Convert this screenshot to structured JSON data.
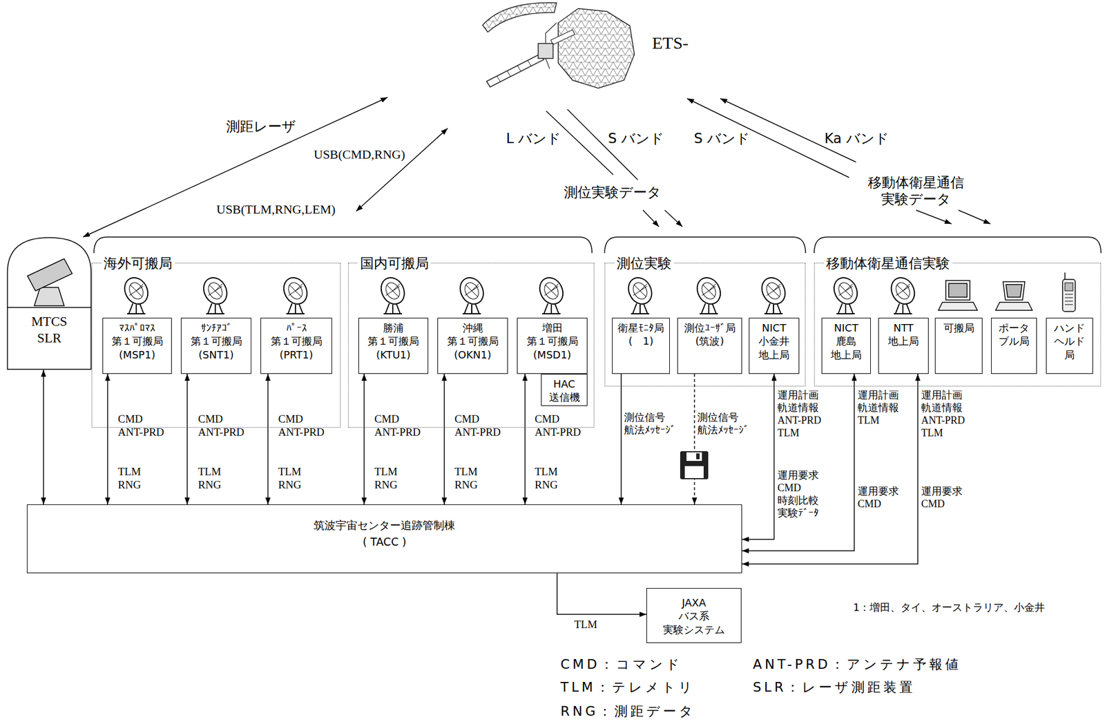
{
  "diagram": {
    "nodes": [
      {
        "text": [
          "ETS-"
        ]
      },
      {
        "text": [
          "MTCS SLR"
        ]
      },
      {
        "text": [
          "海外可搬局"
        ]
      },
      {
        "text": [
          "ﾏｽﾊﾟﾛﾏｽ 第１可搬局 (MSP1)"
        ],
        "in": 2
      },
      {
        "text": [
          "ｻﾝﾁｱｺﾞ 第１可搬局 (SNT1)"
        ],
        "in": 2
      },
      {
        "text": [
          "ﾊﾟｰｽ 第１可搬局 (PRT1)"
        ],
        "in": 2
      },
      {
        "text": [
          "国内可搬局"
        ]
      },
      {
        "text": [
          "勝浦 第１可搬局 (KTU1)"
        ],
        "in": 6
      },
      {
        "text": [
          "沖縄 第１可搬局 (OKN1)"
        ],
        "in": 6
      },
      {
        "text": [
          "増田 第１可搬局 (MSD1)"
        ],
        "in": 6
      },
      {
        "text": [
          "HAC 送信機"
        ],
        "in": 6
      },
      {
        "text": [
          "測位実験"
        ]
      },
      {
        "text": [
          "衛星ﾓﾆﾀ局 (　1)"
        ],
        "in": 11
      },
      {
        "text": [
          "測位ﾕｰｻﾞ局 (筑波)"
        ],
        "in": 11
      },
      {
        "text": [
          "NICT 小金井 地上局"
        ],
        "in": 11
      },
      {
        "text": [
          "移動体衛星通信実験"
        ]
      },
      {
        "text": [
          "NICT 鹿島 地上局"
        ],
        "in": 15
      },
      {
        "text": [
          "NTT 地上局"
        ],
        "in": 15
      },
      {
        "text": [
          "可搬局"
        ],
        "in": 15
      },
      {
        "text": [
          "ポータ ブル局"
        ],
        "in": 15
      },
      {
        "text": [
          "ハンド ヘルド 局"
        ],
        "in": 15
      },
      {
        "text": [
          "筑波宇宙センター追跡管制棟 ( TACC )"
        ]
      },
      {
        "text": [
          "JAXA バス系 実験システム"
        ]
      }
    ],
    "edges": [
      {
        "from": 0,
        "to": 1,
        "arrow": "both",
        "label": "測距レーザ"
      },
      {
        "from": 1,
        "to": 21,
        "arrow": "both"
      },
      {
        "from": 3,
        "to": 21,
        "arrow": "both"
      },
      {
        "from": 4,
        "to": 21,
        "arrow": "both"
      },
      {
        "from": 5,
        "to": 21,
        "arrow": "both"
      },
      {
        "from": 7,
        "to": 21,
        "arrow": "both"
      },
      {
        "from": 8,
        "to": 21,
        "arrow": "both"
      },
      {
        "from": 9,
        "to": 21,
        "arrow": "both"
      },
      {
        "from": 12,
        "to": 21,
        "arrow": "to"
      },
      {
        "from": 13,
        "to": 21,
        "arrow": "to"
      },
      {
        "from": 14,
        "to": 21,
        "arrow": "both"
      },
      {
        "from": 16,
        "to": 21,
        "arrow": "both"
      },
      {
        "from": 17,
        "to": 21,
        "arrow": "both"
      },
      {
        "from": 21,
        "to": 22,
        "arrow": "to",
        "label": "TLM"
      }
    ],
    "labels": [
      "USB(CMD,RNG)",
      "USB(TLM,RNG,LEM)",
      "L バンド",
      "S バンド",
      "測位実験データ",
      "S バンド",
      "Ka バンド",
      "移動体衛星通信 実験データ",
      "CMD ANT-PRD",
      "TLM RNG",
      "CMD ANT-PRD",
      "TLM RNG",
      "CMD ANT-PRD",
      "TLM RNG",
      "CMD ANT-PRD",
      "TLM RNG",
      "CMD ANT-PRD",
      "TLM RNG",
      "CMD ANT-PRD",
      "TLM RNG",
      "測位信号 航法ﾒｯｾｰｼﾞ",
      "測位信号 航法ﾒｯｾｰｼﾞ",
      "運用計画 軌道情報 ANT-PRD TLM",
      "運用要求 CMD 時刻比較 実験ﾃﾞｰﾀ",
      "運用計画 軌道情報 TLM",
      "運用要求 CMD",
      "運用計画 軌道情報 ANT-PRD TLM",
      "運用要求 CMD",
      "1：増田、タイ、オーストラリア、小金井",
      "CMD：コマンド",
      "TLM：テレメトリ",
      "RNG：測距データ",
      "ANT-PRD：アンテナ予報値",
      "SLR：レーザ測距装置"
    ]
  }
}
